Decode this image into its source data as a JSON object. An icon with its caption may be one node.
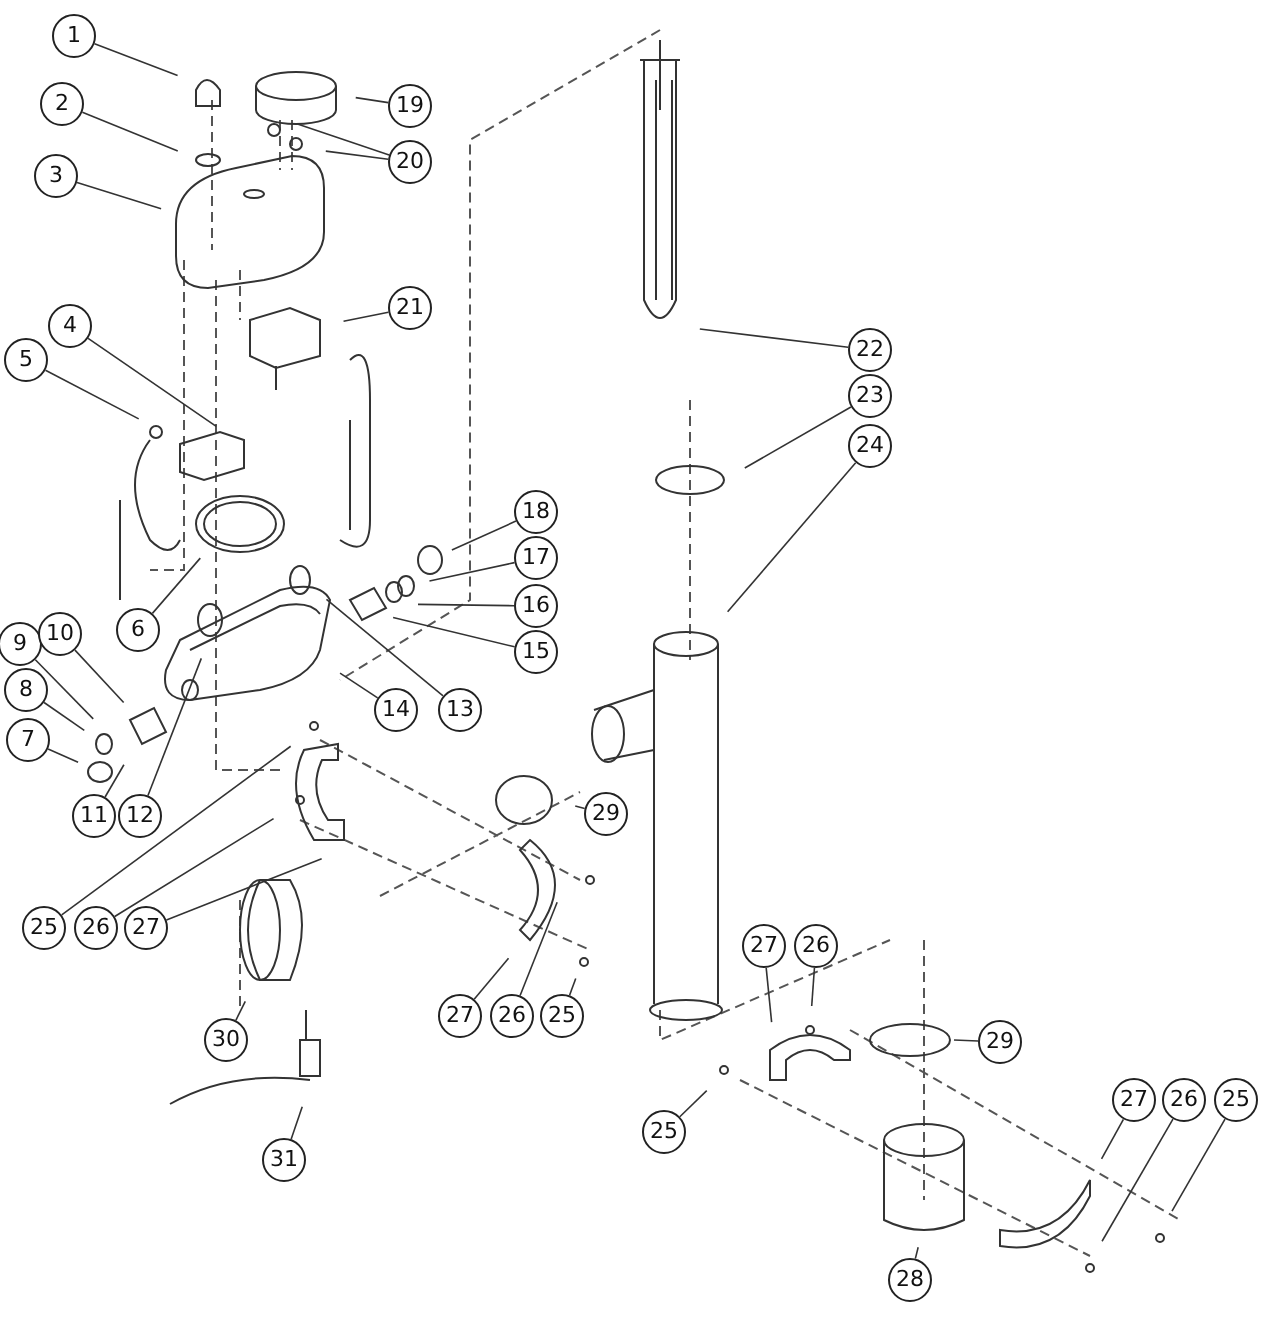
{
  "diagram": {
    "nodes": [
      {
        "text": [
          "1"
        ]
      },
      {
        "text": [
          "2"
        ]
      },
      {
        "text": [
          "3"
        ]
      },
      {
        "text": [
          "19"
        ]
      },
      {
        "text": [
          "20"
        ]
      },
      {
        "text": [
          "21"
        ]
      },
      {
        "text": [
          "4"
        ]
      },
      {
        "text": [
          "5"
        ]
      },
      {
        "text": [
          "22"
        ]
      },
      {
        "text": [
          "23"
        ]
      },
      {
        "text": [
          "24"
        ]
      },
      {
        "text": [
          "6"
        ]
      },
      {
        "text": [
          "18"
        ]
      },
      {
        "text": [
          "17"
        ]
      },
      {
        "text": [
          "16"
        ]
      },
      {
        "text": [
          "15"
        ]
      },
      {
        "text": [
          "9"
        ]
      },
      {
        "text": [
          "10"
        ]
      },
      {
        "text": [
          "8"
        ]
      },
      {
        "text": [
          "7"
        ]
      },
      {
        "text": [
          "14"
        ]
      },
      {
        "text": [
          "13"
        ]
      },
      {
        "text": [
          "11"
        ]
      },
      {
        "text": [
          "12"
        ]
      },
      {
        "text": [
          "29"
        ]
      },
      {
        "text": [
          "25"
        ]
      },
      {
        "text": [
          "26"
        ]
      },
      {
        "text": [
          "27"
        ]
      },
      {
        "text": [
          "30"
        ]
      },
      {
        "text": [
          "27"
        ]
      },
      {
        "text": [
          "26"
        ]
      },
      {
        "text": [
          "25"
        ]
      },
      {
        "text": [
          "27"
        ]
      },
      {
        "text": [
          "26"
        ]
      },
      {
        "text": [
          "29"
        ]
      },
      {
        "text": [
          "25"
        ]
      },
      {
        "text": [
          "31"
        ]
      },
      {
        "text": [
          "27"
        ]
      },
      {
        "text": [
          "26"
        ]
      },
      {
        "text": [
          "25"
        ]
      },
      {
        "text": [
          "28"
        ]
      }
    ],
    "edges": [
      {
        "from": 0,
        "to": null,
        "arrow": "none"
      },
      {
        "from": 1,
        "to": null,
        "arrow": "none"
      },
      {
        "from": 2,
        "to": null,
        "arrow": "none"
      },
      {
        "from": 3,
        "to": null,
        "arrow": "none"
      },
      {
        "from": 4,
        "to": null,
        "arrow": "none"
      },
      {
        "from": 4,
        "to": null,
        "arrow": "none"
      },
      {
        "from": 5,
        "to": null,
        "arrow": "none"
      },
      {
        "from": 6,
        "to": null,
        "arrow": "none"
      },
      {
        "from": 7,
        "to": null,
        "arrow": "none"
      },
      {
        "from": 8,
        "to": null,
        "arrow": "none"
      },
      {
        "from": 9,
        "to": null,
        "arrow": "none"
      },
      {
        "from": 10,
        "to": null,
        "arrow": "none"
      },
      {
        "from": 11,
        "to": null,
        "arrow": "none"
      },
      {
        "from": 12,
        "to": null,
        "arrow": "none"
      },
      {
        "from": 13,
        "to": null,
        "arrow": "none"
      },
      {
        "from": 14,
        "to": null,
        "arrow": "none"
      },
      {
        "from": 15,
        "to": null,
        "arrow": "none"
      },
      {
        "from": 16,
        "to": null,
        "arrow": "none"
      },
      {
        "from": 17,
        "to": null,
        "arrow": "none"
      },
      {
        "from": 18,
        "to": null,
        "arrow": "none"
      },
      {
        "from": 19,
        "to": null,
        "arrow": "none"
      },
      {
        "from": 20,
        "to": null,
        "arrow": "none"
      },
      {
        "from": 21,
        "to": null,
        "arrow": "none"
      },
      {
        "from": 22,
        "to": null,
        "arrow": "none"
      },
      {
        "from": 23,
        "to": null,
        "arrow": "none"
      },
      {
        "from": 24,
        "to": null,
        "arrow": "none"
      },
      {
        "from": 25,
        "to": null,
        "arrow": "none"
      },
      {
        "from": 26,
        "to": null,
        "arrow": "none"
      },
      {
        "from": 27,
        "to": null,
        "arrow": "none"
      },
      {
        "from": 28,
        "to": null,
        "arrow": "none"
      },
      {
        "from": 29,
        "to": null,
        "arrow": "none"
      },
      {
        "from": 30,
        "to": null,
        "arrow": "none"
      },
      {
        "from": 31,
        "to": null,
        "arrow": "none"
      },
      {
        "from": 32,
        "to": null,
        "arrow": "none"
      },
      {
        "from": 33,
        "to": null,
        "arrow": "none"
      },
      {
        "from": 34,
        "to": null,
        "arrow": "none"
      },
      {
        "from": 35,
        "to": null,
        "arrow": "none"
      },
      {
        "from": 36,
        "to": null,
        "arrow": "none"
      },
      {
        "from": 37,
        "to": null,
        "arrow": "none"
      },
      {
        "from": 38,
        "to": null,
        "arrow": "none"
      },
      {
        "from": 39,
        "to": null,
        "arrow": "none"
      },
      {
        "from": 40,
        "to": null,
        "arrow": "none"
      }
    ]
  }
}
